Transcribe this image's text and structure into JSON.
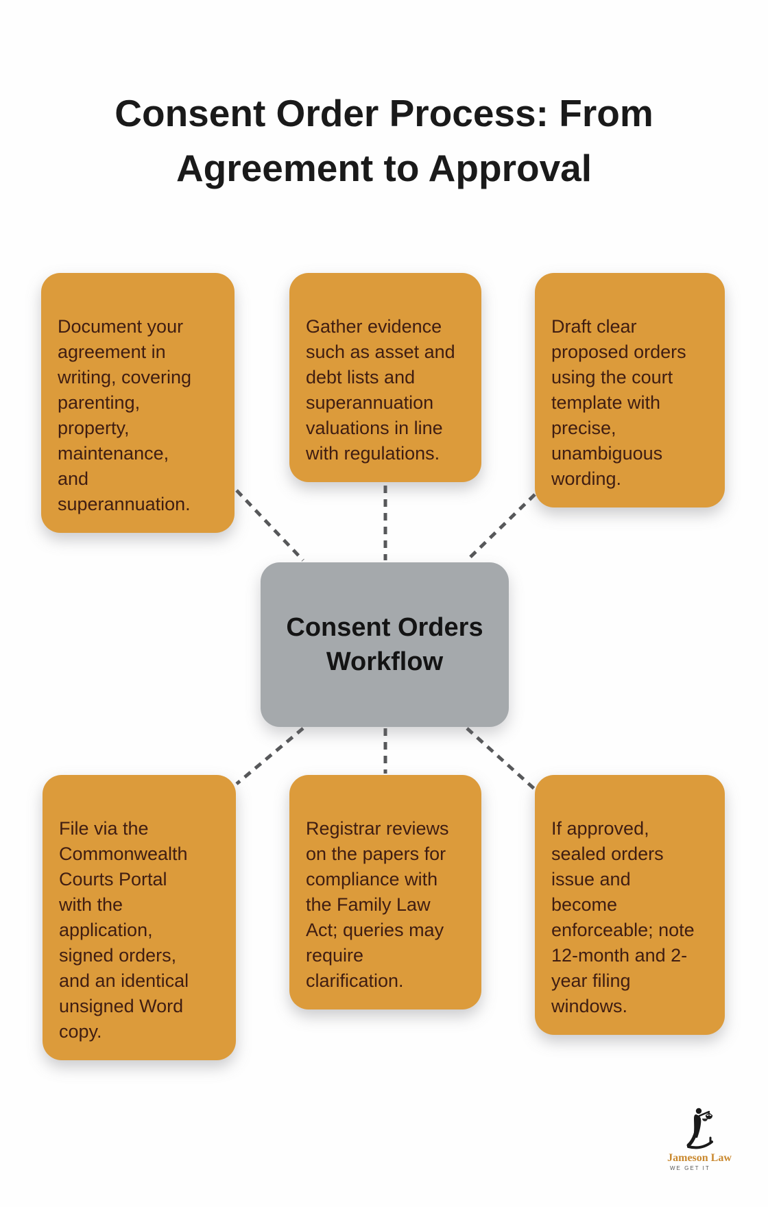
{
  "title": "Consent Order Process: From\nAgreement to Approval",
  "center_node": {
    "label": "Consent Orders\nWorkflow"
  },
  "nodes": [
    {
      "id": "document",
      "text": "Document your\nagreement in\nwriting, covering\nparenting,\nproperty,\nmaintenance,\nand\nsuperannuation."
    },
    {
      "id": "gather",
      "text": "Gather evidence\nsuch as asset and\ndebt lists and\nsuperannuation\nvaluations in line\nwith regulations."
    },
    {
      "id": "draft",
      "text": "Draft clear\nproposed orders\nusing the court\ntemplate with\nprecise,\nunambiguous\nwording."
    },
    {
      "id": "file",
      "text": "File via the\nCommonwealth\nCourts Portal\nwith the\napplication,\nsigned orders,\nand an identical\nunsigned Word\ncopy."
    },
    {
      "id": "registrar",
      "text": "Registrar reviews\non the papers for\ncompliance with\nthe Family Law\nAct; queries may\nrequire\nclarification."
    },
    {
      "id": "approved",
      "text": "If approved,\nsealed orders\nissue and\nbecome\nenforceable; note\n12-month and 2-\nyear filing\nwindows."
    }
  ],
  "logo": {
    "name": "Jameson Law",
    "tagline": "WE GET IT",
    "icon": "lady-justice-scales-monogram"
  },
  "colors": {
    "accent_orange": "#DC9B3B",
    "box_text": "#3F1D12",
    "center_gray": "#A5A9AC",
    "center_text": "#141414",
    "title_text": "#1A1A1A",
    "connector_gray": "#57585A",
    "logo_gold": "#C9882E",
    "logo_tagline": "#555555",
    "logo_mark": "#1A1A1A"
  }
}
